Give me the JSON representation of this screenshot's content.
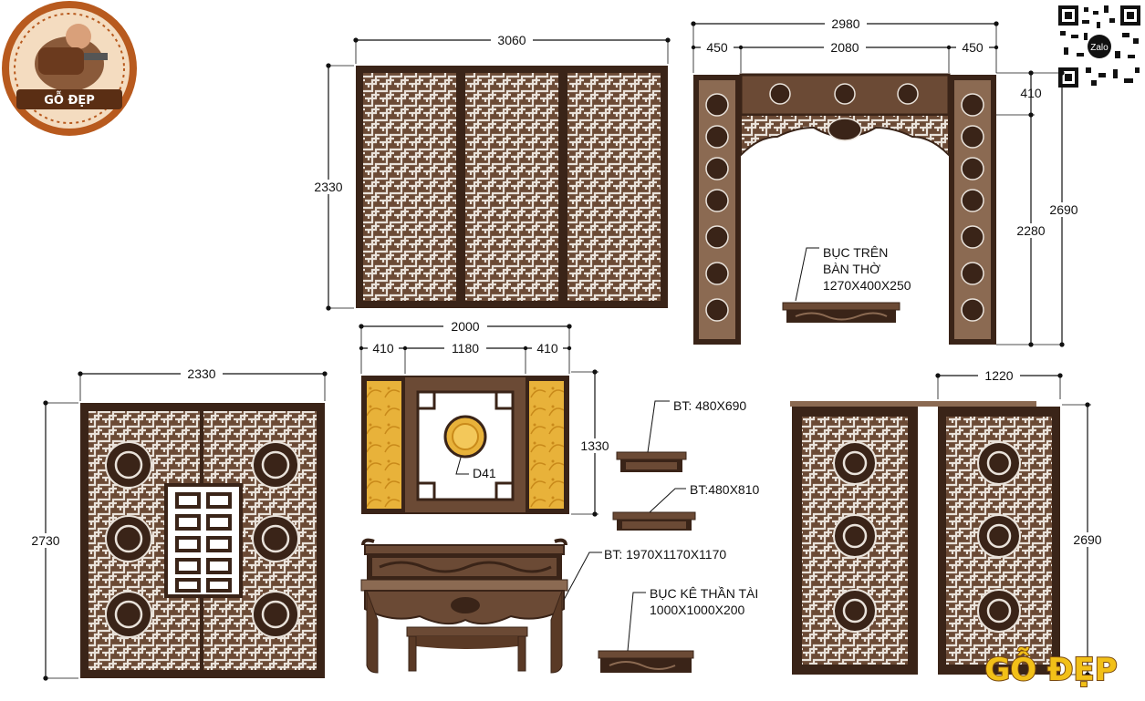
{
  "brand": {
    "logo_text": "GỖ ĐẸP",
    "wordmark": "GỖ ĐẸP",
    "qr_caption": "Zalo"
  },
  "colors": {
    "wood_dark": "#3a2418",
    "wood_mid": "#6b4a35",
    "wood_light": "#8b6a52",
    "gold": "#e8b23a",
    "gold_dark": "#c98a1a",
    "logo_ring": "#b85a1e",
    "logo_bg": "#f4dcc0",
    "wordmark_fill": "#f2c018",
    "wordmark_stroke": "#7a4a10"
  },
  "panels": {
    "screen_top": {
      "width": "3060",
      "height": "2330"
    },
    "arch": {
      "total_width": "2980",
      "left": "450",
      "middle": "2080",
      "right": "450",
      "top": "410",
      "inner_height": "2280",
      "total_height": "2690"
    },
    "top_shelf": {
      "line1": "BỤC TRÊN",
      "line2": "BÀN THỜ",
      "line3": "1270X400X250"
    },
    "big_screen": {
      "width": "2330",
      "height": "2730"
    },
    "altar_back": {
      "total_width": "2000",
      "left": "410",
      "middle": "1180",
      "right": "410",
      "height": "1330",
      "medallion": "D41"
    },
    "bt1": "BT: 480X690",
    "bt2": "BT:480X810",
    "table_label": "BT: 1970X1170X1170",
    "than_tai": {
      "line1": "BỤC KÊ THẦN TÀI",
      "line2": "1000X1000X200"
    },
    "doors": {
      "width": "1220",
      "height": "2690"
    }
  }
}
